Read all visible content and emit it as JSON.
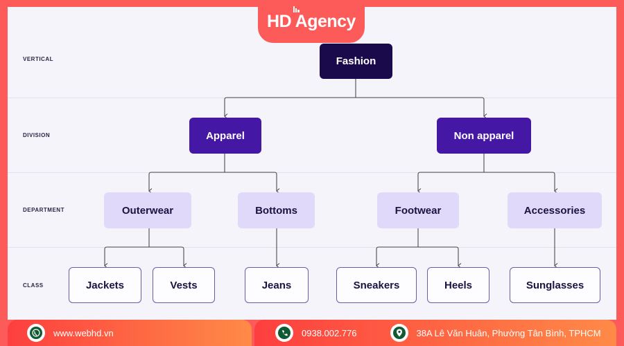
{
  "brand": {
    "logo_text": "HD Agency"
  },
  "rows": [
    {
      "label": "VERTICAL"
    },
    {
      "label": "DIVISION"
    },
    {
      "label": "DEPARTMENT"
    },
    {
      "label": "CLASS"
    }
  ],
  "nodes": {
    "vertical": {
      "label": "Fashion"
    },
    "divisions": [
      {
        "label": "Apparel"
      },
      {
        "label": "Non apparel"
      }
    ],
    "departments": [
      {
        "label": "Outerwear"
      },
      {
        "label": "Bottoms"
      },
      {
        "label": "Footwear"
      },
      {
        "label": "Accessories"
      }
    ],
    "classes": [
      {
        "label": "Jackets"
      },
      {
        "label": "Vests"
      },
      {
        "label": "Jeans"
      },
      {
        "label": "Sneakers"
      },
      {
        "label": "Heels"
      },
      {
        "label": "Sunglasses"
      }
    ]
  },
  "colors": {
    "frame": "#fd5a5a",
    "vertical_node": "#1b0a4b",
    "division_node": "#4418a4",
    "department_node": "#e1d9f9",
    "class_border": "#6b5aa8"
  },
  "footer": {
    "website": {
      "icon": "globe-icon",
      "text": "www.webhd.vn"
    },
    "phone": {
      "icon": "phone-icon",
      "text": "0938.002.776"
    },
    "address": {
      "icon": "location-pin-icon",
      "text": "38A Lê Văn Huân, Phường Tân Bình, TPHCM"
    }
  }
}
